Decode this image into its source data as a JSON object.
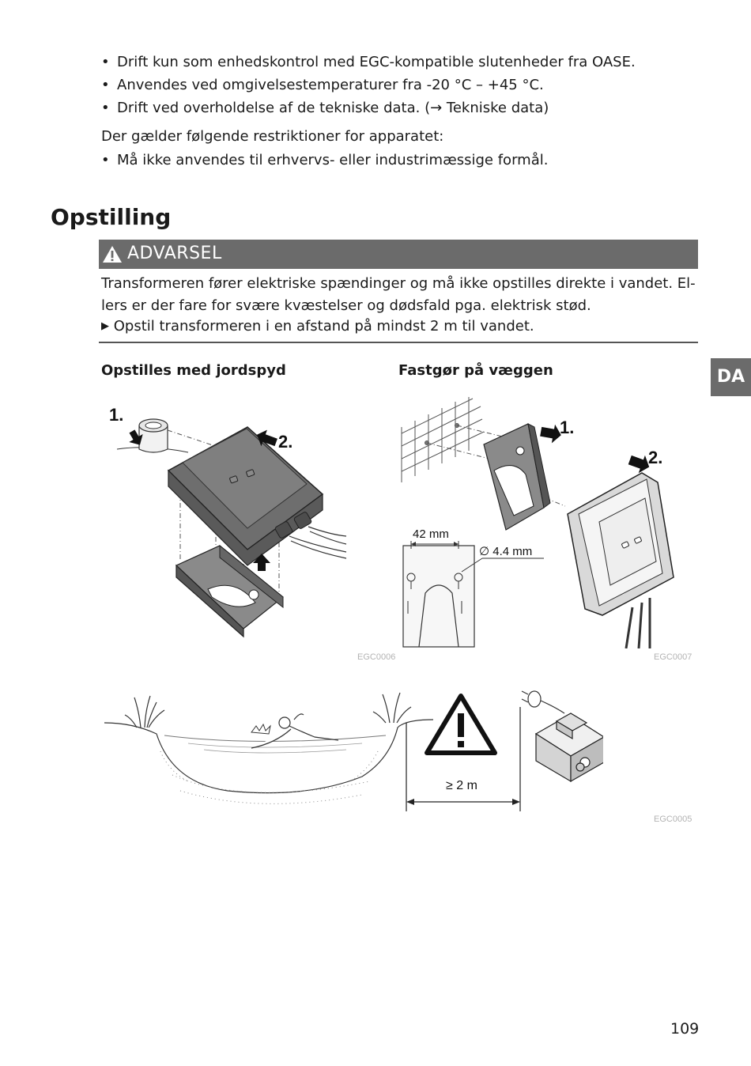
{
  "bullets_top": [
    "Drift kun som enhedskontrol med EGC-kompatible slutenheder fra OASE.",
    "Anvendes ved omgivelsestemperaturer fra -20 °C – +45 °C.",
    "Drift ved overholdelse af de tekniske data. (→ Tekniske data)"
  ],
  "intro": "Der gælder følgende restriktioner for apparatet:",
  "bullets_restrictions": [
    "Må ikke anvendes til erhvervs- eller industrimæssige formål."
  ],
  "section_title": "Opstilling",
  "warning": {
    "label": "ADVARSEL",
    "line1": "Transformeren fører elektriske spændinger og må ikke opstilles direkte i vandet. El-",
    "line2": "lers er der fare for svære kvæstelser og dødsfald pga. elektrisk stød.",
    "step": "Opstil transformeren i en afstand på mindst 2 m til vandet.",
    "step_marker": "▶"
  },
  "lang_tab": "DA",
  "figures": {
    "spike": {
      "heading": "Opstilles med jordspyd",
      "step1": "1.",
      "step2": "2.",
      "id": "EGC0006"
    },
    "wall": {
      "heading": "Fastgør på væggen",
      "step1": "1.",
      "step2": "2.",
      "dim_width": "42 mm",
      "dim_hole": "∅ 4.4 mm",
      "id": "EGC0007"
    },
    "distance": {
      "distance_label": "≥ 2 m",
      "id": "EGC0005"
    }
  },
  "page_number": "109"
}
